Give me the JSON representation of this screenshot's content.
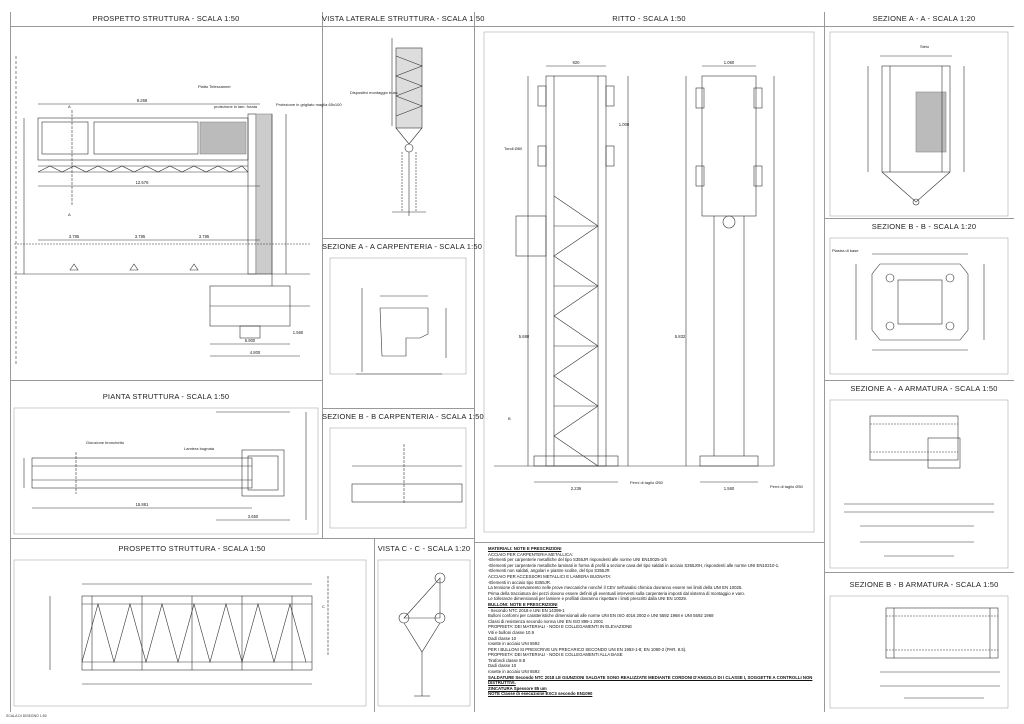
{
  "panels": {
    "prospetto_top": "PROSPETTO STRUTTURA  -  SCALA 1:50",
    "vista_laterale": "VISTA LATERALE STRUTTURA  -  SCALA 1:50",
    "sezione_aa_carp": "SEZIONE A - A CARPENTERIA  -  SCALA 1:50",
    "sezione_bb_carp": "SEZIONE B - B CARPENTERIA  -  SCALA 1:50",
    "pianta": "PIANTA STRUTTURA  -  SCALA 1:50",
    "prospetto_bottom": "PROSPETTO STRUTTURA  -  SCALA 1:50",
    "vista_cc": "VISTA C - C  -  SCALA 1:20",
    "ritto": "RITTO  -  SCALA 1:50",
    "sezione_aa": "SEZIONE A - A  -  SCALA 1:20",
    "sezione_bb": "SEZIONE B - B  -  SCALA 1:20",
    "sezione_aa_arm": "SEZIONE A - A ARMATURA  -  SCALA 1:50",
    "sezione_bb_arm": "SEZIONE B - B ARMATURA  -  SCALA 1:50"
  },
  "labels": {
    "piatto_telescanner": "Piatto Telescanner",
    "protezione": "protezione in lam. forata",
    "protezione2": "Protezione in grigliato maglia 65x100",
    "dispositivi": "Dispositivi montaggio truss",
    "tondi": "Tondi Ø80",
    "perni1": "Perni di taglio Ø50",
    "perni2": "Perni di taglio Ø50",
    "giunzione": "Giunzione bronchetto",
    "lamiera": "Lamiera bugnata",
    "sezA": "A",
    "sezB": "B",
    "sezC": "C",
    "stelo": "Stelo",
    "pezzo": "Piastra di base",
    "scala_footer": "SCALA DI DISEGNO 1:50"
  },
  "dims": {
    "d9268": "9.268",
    "d12576": "12.576",
    "d3785a": "3.785",
    "d3785b": "3.785",
    "d3785c": "3.785",
    "d6900": "6.900",
    "d4800": "4.800",
    "d1560": "1.560",
    "d920": "920",
    "d1060": "1.060",
    "d1000a": "1.000",
    "d5680": "5.680",
    "d5832": "5.832",
    "d2236": "2.236",
    "d1560b": "1.560",
    "d15881": "15.881",
    "d3650": "3.650"
  },
  "notes": [
    {
      "t": "MATERIALI: NOTE E PRESCRIZIONI",
      "h": true
    },
    {
      "t": "ACCIAIO PER CARPENTERIA METALLICA:",
      "h": false
    },
    {
      "t": "-Elementi per carpenterie metalliche del tipo S355JR rispondenti alle norme UNI EN10025-1/6",
      "h": false
    },
    {
      "t": "-Elementi per carpenterie metalliche laminati in forma di profili a sezione cava del tipo saldati in acciaio S355J0H, rispondenti alle norme UNI EN10210-1.",
      "h": false
    },
    {
      "t": "-Elementi non saldati, angolari e piastre scolite, del tipo S355JR",
      "h": false
    },
    {
      "t": "ACCIAIO PER ACCESSORI METALLICI E LAMIERA BUGNATA:",
      "h": false
    },
    {
      "t": "-Elementi in acciaio tipo S355JR.",
      "h": false
    },
    {
      "t": "La tensione di snervamento nelle prove meccaniche nonché il CEV nell'analisi chimica dovranno essere nei limiti della UNI EN 10025.",
      "h": false
    },
    {
      "t": "Prima della tracciatura dei pezzi dovono essere definiti gli eventuali interventi sulla carpenteria imposti dal sistema di montaggio e varo.",
      "h": false
    },
    {
      "t": "Le tolleranze dimensionali per lamiere e profilati dovranno rispettare i limiti prescritti dalla UNI EN 10029.",
      "h": false
    },
    {
      "t": "BULLONI: NOTE E PRESCRIZIONI",
      "h": true
    },
    {
      "t": " - Secondo NTC 2018 e UNI EN 14399-1",
      "h": false
    },
    {
      "t": "Bulloni conformi per caratteristiche dimensionali alle norme UNI EN ISO 4016 2002  e UNI 5592 1968 e UNI 5592 1968",
      "h": false
    },
    {
      "t": "Classi di resistenza secondo norma UNI EN ISO 898-1 2001",
      "h": false
    },
    {
      "t": "PROPRIETA' DEI MATERIALI - NODI E COLLEGAMENTI IN ELEVAZIONE",
      "h": false
    },
    {
      "t": "Viti e bulloni classe 10.9",
      "h": false
    },
    {
      "t": "Dadi classe 10",
      "h": false
    },
    {
      "t": "rosette in acciaio UNI 6592",
      "h": false
    },
    {
      "t": "PER I BULLONI SI PRESCRIVE UN PRECARICO SECONDO UNI EN 1993-1-8; EN 1090-2 (PAR. 8.5).",
      "h": false
    },
    {
      "t": "PROPRIETA' DEI MATERIALI - NODI E COLLEGAMENTI ALLA BASE",
      "h": false
    },
    {
      "t": "Tirafondi classe 8.8",
      "h": false
    },
    {
      "t": "Dadi classe 10",
      "h": false
    },
    {
      "t": "rosette in acciaio UNI 6592",
      "h": false
    },
    {
      "t": "SALDATURE Secondo NTC 2018 LE GIUNZIONI SALDATE SONO REALIZZATE MEDIANTE CORDONI D'ANGOLO DI I CLASSE I, SOGGETTE A  CONTROLLI NON DISTRUTTIVI.",
      "h": true
    },
    {
      "t": "ZINCATURA Spessore 85 um",
      "h": true
    },
    {
      "t": "NOTE Classe di esecuzione EXC3 secondo EN1090",
      "h": true
    }
  ]
}
